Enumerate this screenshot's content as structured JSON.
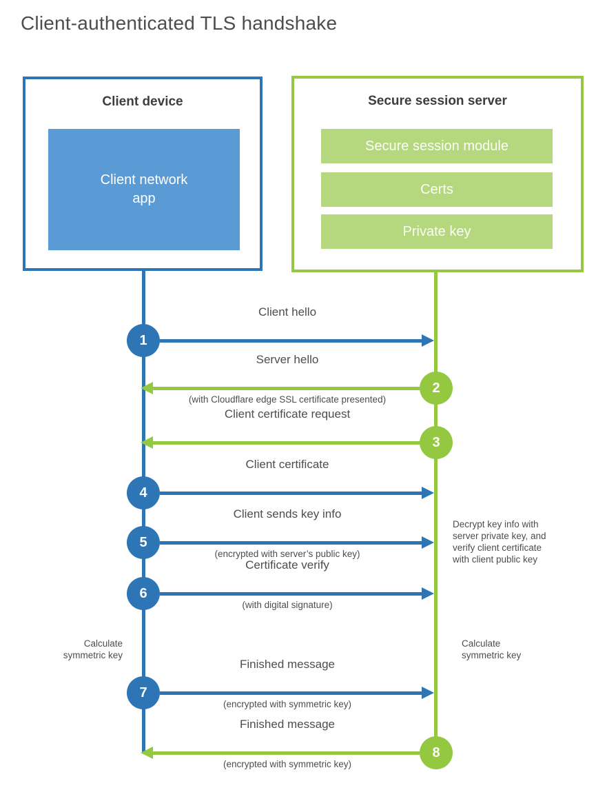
{
  "page": {
    "title": "Client-authenticated TLS handshake"
  },
  "colors": {
    "blue": "#2e75b6",
    "blue_fill": "#5b9bd5",
    "green": "#93c840",
    "green_fill": "#b5d77d",
    "text": "#4d4d4d"
  },
  "client_box": {
    "title": "Client device",
    "app_lines": [
      "Client network",
      "app"
    ]
  },
  "server_box": {
    "title": "Secure session server",
    "modules": [
      "Secure session module",
      "Certs",
      "Private key"
    ]
  },
  "steps": [
    {
      "num": "1",
      "actor": "client",
      "direction": "right",
      "label": "Client hello",
      "sublabel": ""
    },
    {
      "num": "2",
      "actor": "server",
      "direction": "left",
      "label": "Server hello",
      "sublabel": "(with Cloudflare edge SSL certificate presented)"
    },
    {
      "num": "3",
      "actor": "server",
      "direction": "left",
      "label": "Client certificate request",
      "sublabel": ""
    },
    {
      "num": "4",
      "actor": "client",
      "direction": "right",
      "label": "Client certificate",
      "sublabel": ""
    },
    {
      "num": "5",
      "actor": "client",
      "direction": "right",
      "label": "Client sends key info",
      "sublabel": "(encrypted with server’s public key)"
    },
    {
      "num": "6",
      "actor": "client",
      "direction": "right",
      "label": "Certificate verify",
      "sublabel": "(with digital signature)"
    },
    {
      "num": "7",
      "actor": "client",
      "direction": "right",
      "label": "Finished message",
      "sublabel": "(encrypted with symmetric key)"
    },
    {
      "num": "8",
      "actor": "server",
      "direction": "left",
      "label": "Finished message",
      "sublabel": "(encrypted with symmetric key)"
    }
  ],
  "annotations": {
    "calc_left": {
      "lines": [
        "Calculate",
        "symmetric key"
      ]
    },
    "calc_right": {
      "lines": [
        "Calculate",
        "symmetric key"
      ]
    },
    "decrypt_note": {
      "lines": [
        "Decrypt key info with",
        "server private key, and",
        "verify client certificate",
        "with client public key"
      ]
    }
  }
}
